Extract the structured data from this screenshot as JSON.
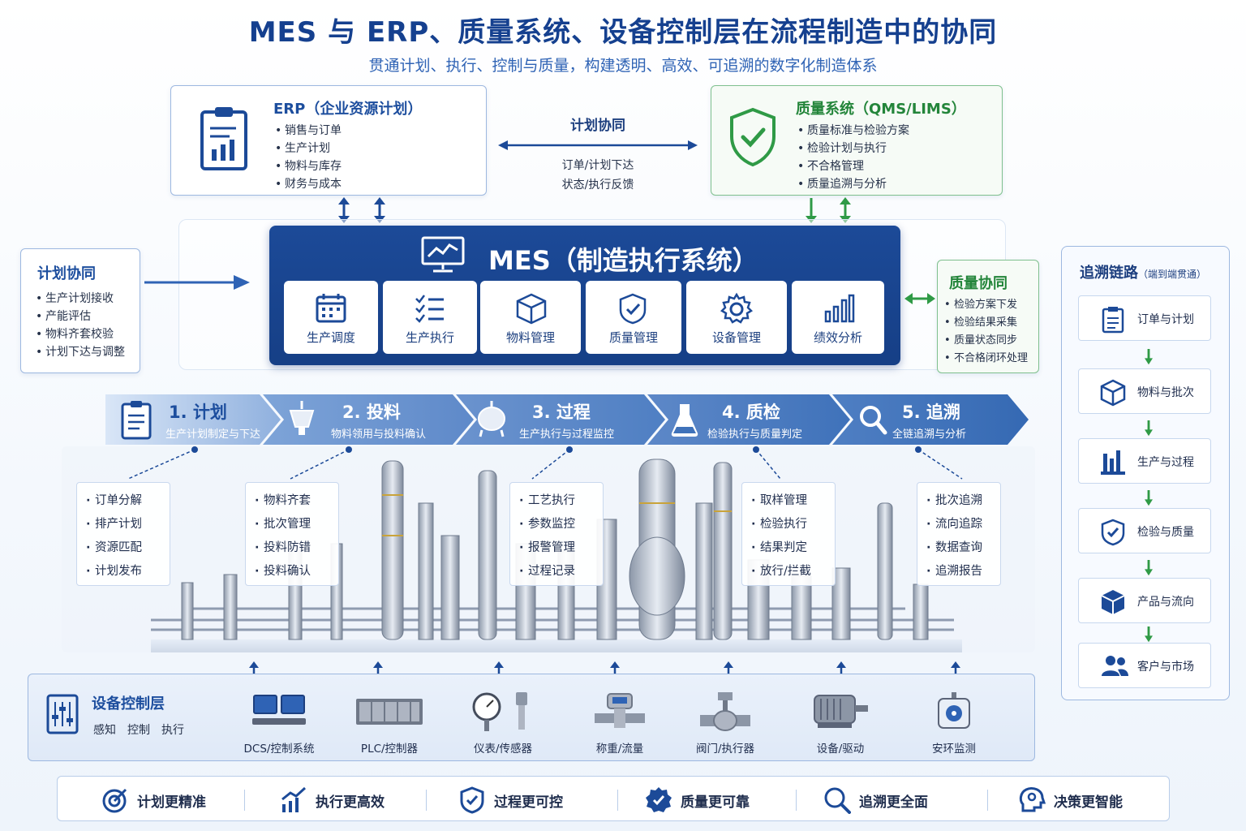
{
  "header": {
    "title": "MES 与 ERP、质量系统、设备控制层在流程制造中的协同",
    "subtitle": "贯通计划、执行、控制与质量，构建透明、高效、可追溯的数字化制造体系"
  },
  "erp": {
    "title": "ERP（企业资源计划）",
    "items": [
      "销售与订单",
      "生产计划",
      "物料与库存",
      "财务与成本"
    ]
  },
  "qms": {
    "title": "质量系统（QMS/LIMS）",
    "items": [
      "质量标准与检验方案",
      "检验计划与执行",
      "不合格管理",
      "质量追溯与分析"
    ]
  },
  "plan_link": {
    "title": "计划协同",
    "line1": "订单/计划下达",
    "line2": "状态/执行反馈"
  },
  "plan_side": {
    "title": "计划协同",
    "items": [
      "生产计划接收",
      "产能评估",
      "物料齐套校验",
      "计划下达与调整"
    ]
  },
  "quality_side": {
    "title": "质量协同",
    "items": [
      "检验方案下发",
      "检验结果采集",
      "质量状态同步",
      "不合格闭环处理"
    ]
  },
  "mes": {
    "title": "MES（制造执行系统）",
    "modules": [
      "生产调度",
      "生产执行",
      "物料管理",
      "质量管理",
      "设备管理",
      "绩效分析"
    ]
  },
  "process": [
    {
      "title": "1. 计划",
      "sub": "生产计划制定与下达",
      "details": [
        "订单分解",
        "排产计划",
        "资源匹配",
        "计划发布"
      ]
    },
    {
      "title": "2. 投料",
      "sub": "物料领用与投料确认",
      "details": [
        "物料齐套",
        "批次管理",
        "投料防错",
        "投料确认"
      ]
    },
    {
      "title": "3. 过程",
      "sub": "生产执行与过程监控",
      "details": [
        "工艺执行",
        "参数监控",
        "报警管理",
        "过程记录"
      ]
    },
    {
      "title": "4. 质检",
      "sub": "检验执行与质量判定",
      "details": [
        "取样管理",
        "检验执行",
        "结果判定",
        "放行/拦截"
      ]
    },
    {
      "title": "5. 追溯",
      "sub": "全链追溯与分析",
      "details": [
        "批次追溯",
        "流向追踪",
        "数据查询",
        "追溯报告"
      ]
    }
  ],
  "equipment": {
    "title": "设备控制层",
    "tags": [
      "感知",
      "控制",
      "执行"
    ],
    "items": [
      "DCS/控制系统",
      "PLC/控制器",
      "仪表/传感器",
      "称重/流量",
      "阀门/执行器",
      "设备/驱动",
      "安环监测"
    ]
  },
  "trace": {
    "title": "追溯链路",
    "note": "（端到端贯通）",
    "items": [
      "订单与计划",
      "物料与批次",
      "生产与过程",
      "检验与质量",
      "产品与流向",
      "客户与市场"
    ]
  },
  "benefits": [
    "计划更精准",
    "执行更高效",
    "过程更可控",
    "质量更可靠",
    "追溯更全面",
    "决策更智能"
  ],
  "colors": {
    "primary": "#1c4a98",
    "green": "#2f9a46",
    "accent": "#2f63b5"
  }
}
